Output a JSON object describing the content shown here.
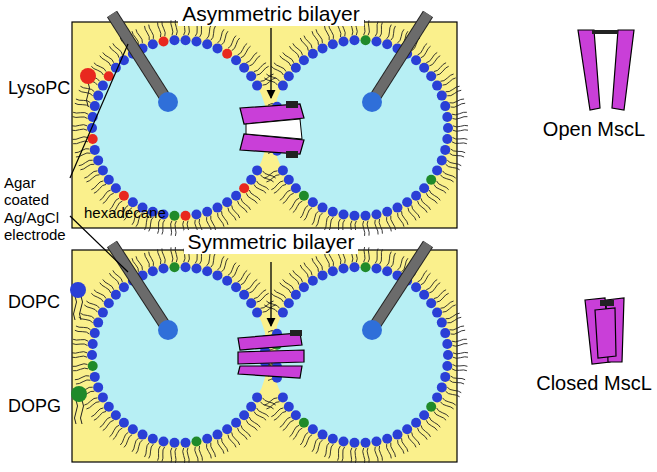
{
  "diagram": {
    "labels": [
      "Asymmetric bilayer",
      "Symmetric bilayer",
      "Agar coated Ag/AgCl electrode",
      "hexadecane",
      "Open MscL",
      "Closed MscL"
    ],
    "legend": [
      {
        "text": "LysoPC",
        "color": "#e8281f"
      },
      {
        "text": "DOPC",
        "color": "#2a3fd6"
      },
      {
        "text": "DOPG",
        "color": "#1f8a2a"
      }
    ]
  }
}
